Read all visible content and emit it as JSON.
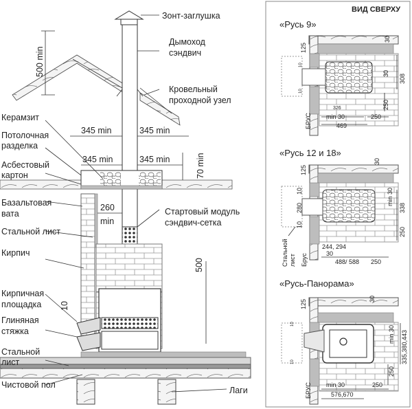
{
  "side_view": {
    "labels": {
      "cap": "Зонт-заглушка",
      "chimney_1": "Дымоход",
      "chimney_2": "сэндвич",
      "roof_node_1": "Кровельный",
      "roof_node_2": "проходной узел",
      "keramzit": "Керамзит",
      "ceiling_cut_1": "Потолочная",
      "ceiling_cut_2": "разделка",
      "asbestos_1": "Асбестовый",
      "asbestos_2": "картон",
      "basalt_1": "Базальтовая",
      "basalt_2": "вата",
      "steel_sheet_top": "Стальной лист",
      "brick": "Кирпич",
      "start_module_1": "Стартовый модуль",
      "start_module_2": "сэндвич-сетка",
      "brick_platform_1": "Кирпичная",
      "brick_platform_2": "площадка",
      "clay_screed_1": "Глиняная",
      "clay_screed_2": "стяжка",
      "steel_sheet_bottom_1": "Стальной",
      "steel_sheet_bottom_2": "лист",
      "finish_floor": "Чистовой пол",
      "joists": "Лаги"
    },
    "dimensions": {
      "roof_height": "500 min",
      "roof_left": "345 min",
      "roof_right": "345 min",
      "ceiling_left": "345 min",
      "ceiling_right": "345 min",
      "ceiling_height": "70 min",
      "wall_gap_1": "260",
      "wall_gap_2": "min",
      "brick_height": "500",
      "platform": "10"
    }
  },
  "top_view": {
    "header": "ВИД СВЕРХУ",
    "models": [
      {
        "title": "«Русь 9»",
        "d_125": "125",
        "d_30_top": "30",
        "d_30_side": "30",
        "d_308": "308",
        "d_250_v": "250",
        "d_326": "326",
        "d_min30": "min 30",
        "d_250_h": "250",
        "d_469": "469",
        "d_10a": "10",
        "d_10b": "10",
        "beam": "БРУС"
      },
      {
        "title": "«Русь 12 и 18»",
        "d_125": "125",
        "d_30_top": "30",
        "d_min30": "min 30",
        "d_338": "338",
        "d_250_v": "250",
        "d_10a": "10",
        "d_280": "280",
        "d_10b": "10",
        "d_244": "244, 294",
        "d_30": "30",
        "d_488": "488/ 588",
        "d_250_h": "250",
        "steel_1": "Стальной",
        "steel_2": "лист",
        "beam": "Брус"
      },
      {
        "title": "«Русь-Панорама»",
        "d_125": "125",
        "d_30_top": "30",
        "d_min30_v": "min 30",
        "d_335": "335,380,443",
        "d_250_v": "250",
        "d_min30": "min 30",
        "d_250_h": "250",
        "d_576": "576,670",
        "d_10a": "10",
        "d_10b": "10",
        "beam": "БРУС"
      }
    ]
  }
}
